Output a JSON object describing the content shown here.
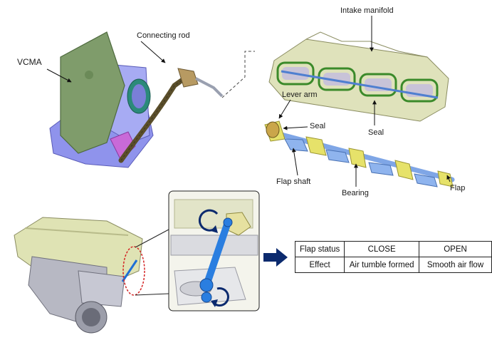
{
  "labels": {
    "vcma": "VCMA",
    "connecting_rod": "Connecting rod",
    "intake_manifold": "Intake manifold",
    "lever_arm": "Lever arm",
    "seal_top": "Seal",
    "seal_right": "Seal",
    "flap_shaft": "Flap shaft",
    "bearing": "Bearing",
    "flap": "Flap"
  },
  "table": {
    "rows": [
      [
        "Flap status",
        "CLOSE",
        "OPEN"
      ],
      [
        "Effect",
        "Air tumble formed",
        "Smooth air flow"
      ]
    ]
  },
  "colors": {
    "vcma_body": "#9a9ff0",
    "vcma_cover": "#7e9a6a",
    "manifold": "#d9dcb4",
    "shaft": "#7fa6e6",
    "flap": "#e6e26a",
    "arrow": "#0b2a6e",
    "rod": "#1e6fd6"
  }
}
